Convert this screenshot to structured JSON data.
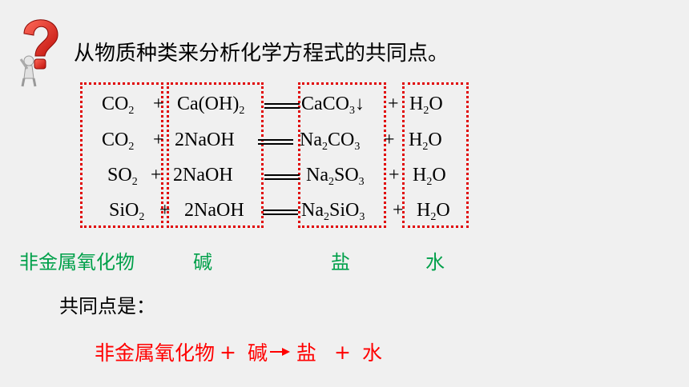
{
  "heading": "从物质种类来分析化学方程式的共同点。",
  "equations": [
    {
      "oxide": {
        "base": "CO",
        "sub": "2"
      },
      "plus1": "+",
      "base": {
        "pre": "Ca(OH)",
        "sub": "2",
        "post": ""
      },
      "salt": {
        "a": "CaCO",
        "asub": "3",
        "b": "",
        "bsub": "",
        "tail": "↓"
      },
      "plus2": "+",
      "water": {
        "a": "H",
        "sub": "2",
        "b": "O"
      }
    },
    {
      "oxide": {
        "base": "CO",
        "sub": "2"
      },
      "plus1": "+",
      "base": {
        "pre": "2NaOH",
        "sub": "",
        "post": ""
      },
      "salt": {
        "a": "Na",
        "asub": "2",
        "b": "CO",
        "bsub": "3",
        "tail": ""
      },
      "plus2": "+",
      "water": {
        "a": "H",
        "sub": "2",
        "b": "O"
      }
    },
    {
      "oxide": {
        "base": "SO",
        "sub": "2"
      },
      "plus1": "+",
      "base": {
        "pre": "2NaOH",
        "sub": "",
        "post": ""
      },
      "salt": {
        "a": "Na",
        "asub": "2",
        "b": "SO",
        "bsub": "3",
        "tail": ""
      },
      "plus2": "+",
      "water": {
        "a": "H",
        "sub": "2",
        "b": "O"
      }
    },
    {
      "oxide": {
        "base": "SiO",
        "sub": "2"
      },
      "plus1": "+",
      "base": {
        "pre": "2NaOH",
        "sub": "",
        "post": ""
      },
      "salt": {
        "a": "Na",
        "asub": "2",
        "b": "SiO",
        "bsub": "3",
        "tail": ""
      },
      "plus2": "+",
      "water": {
        "a": "H",
        "sub": "2",
        "b": "O"
      }
    }
  ],
  "categories": {
    "oxide": "非金属氧化物",
    "base": "碱",
    "salt": "盐",
    "water": "水"
  },
  "common_label": "共同点是：",
  "summary": {
    "oxide": "非金属氧化物",
    "plus1": "+",
    "base": "碱",
    "salt": "盐",
    "plus2": "+",
    "water": "水"
  },
  "colors": {
    "category": "#00a04a",
    "summary": "#ff0000",
    "box_border": "#e00000"
  },
  "icons": [
    "question-mark-figure-icon",
    "arrow-right-icon"
  ]
}
